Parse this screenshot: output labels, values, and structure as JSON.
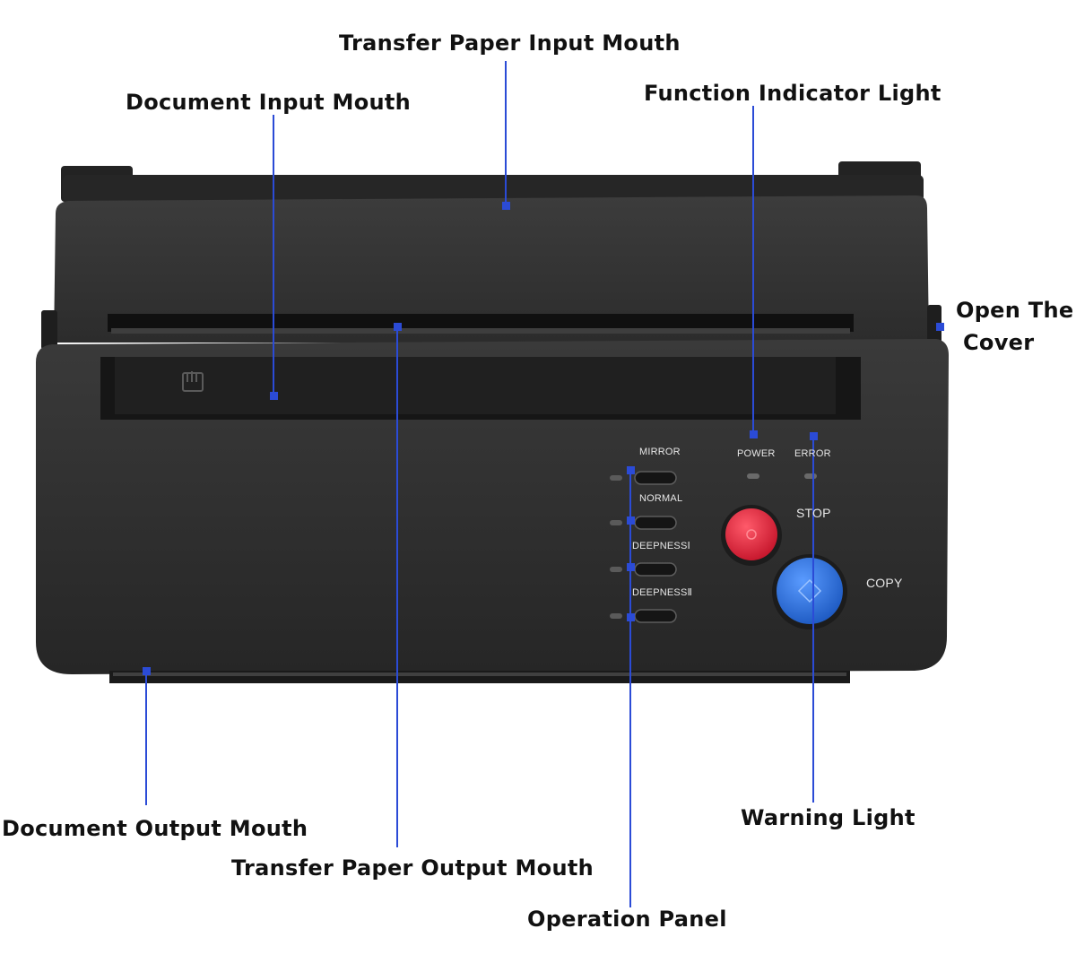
{
  "callouts": {
    "transfer_paper_input_mouth": "Transfer Paper Input Mouth",
    "document_input_mouth": "Document Input Mouth",
    "function_indicator_light": "Function Indicator Light",
    "open_the_cover_line1": "Open  The",
    "open_the_cover_line2": "Cover",
    "document_output_mouth": "Document Output Mouth",
    "transfer_paper_output_mouth": "Transfer Paper Output Mouth",
    "warning_light": "Warning Light",
    "operation_panel": "Operation Panel"
  },
  "panel": {
    "mirror": "MIRROR",
    "normal": "NORMAL",
    "deepness_1": "DEEPNESSⅠ",
    "deepness_2": "DEEPNESSⅡ",
    "power": "POWER",
    "error": "ERROR",
    "stop": "STOP",
    "copy": "COPY"
  },
  "colors": {
    "device_body": "#2e2e2e",
    "leader_line": "#2b4bd6",
    "stop_button": "#e0253a",
    "copy_button": "#2a6fd8"
  }
}
